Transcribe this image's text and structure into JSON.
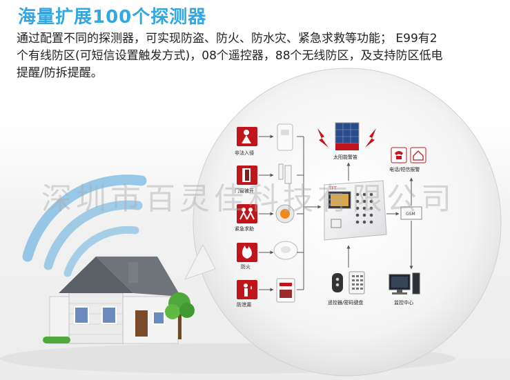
{
  "header": {
    "title": "海量扩展100个探测器",
    "intro_lines": [
      "通过配置不同的探测器，可实现防盗、防火、防水灾、紧急求救等功能； E99有2",
      "个有线防区(可短信设置触发方式)，08个遥控器，88个无线防区，及支持防区低电",
      "提醒/防拆提醒。"
    ]
  },
  "watermark": "深圳市百灵佳科技有限公司",
  "diagram": {
    "sensors": [
      {
        "label": "非法入侵",
        "icon": "intruder-icon"
      },
      {
        "label": "门窗被开",
        "icon": "door-open-icon"
      },
      {
        "label": "紧急求助",
        "icon": "emergency-icon"
      },
      {
        "label": "防火",
        "icon": "fire-icon"
      },
      {
        "label": "防泄漏",
        "icon": "leak-icon"
      }
    ],
    "solar_siren": "太阳能警笛",
    "phone_sms": "电话/短信报警",
    "gsm": "GSM",
    "panel_brand": "TFT",
    "remote_keypad": "遥控器/密码键盘",
    "monitor_center": "监控中心"
  },
  "colors": {
    "title_blue": "#33a7df",
    "alarm_red": "#c0161b",
    "wifi_blue": "#4ba3dc"
  }
}
